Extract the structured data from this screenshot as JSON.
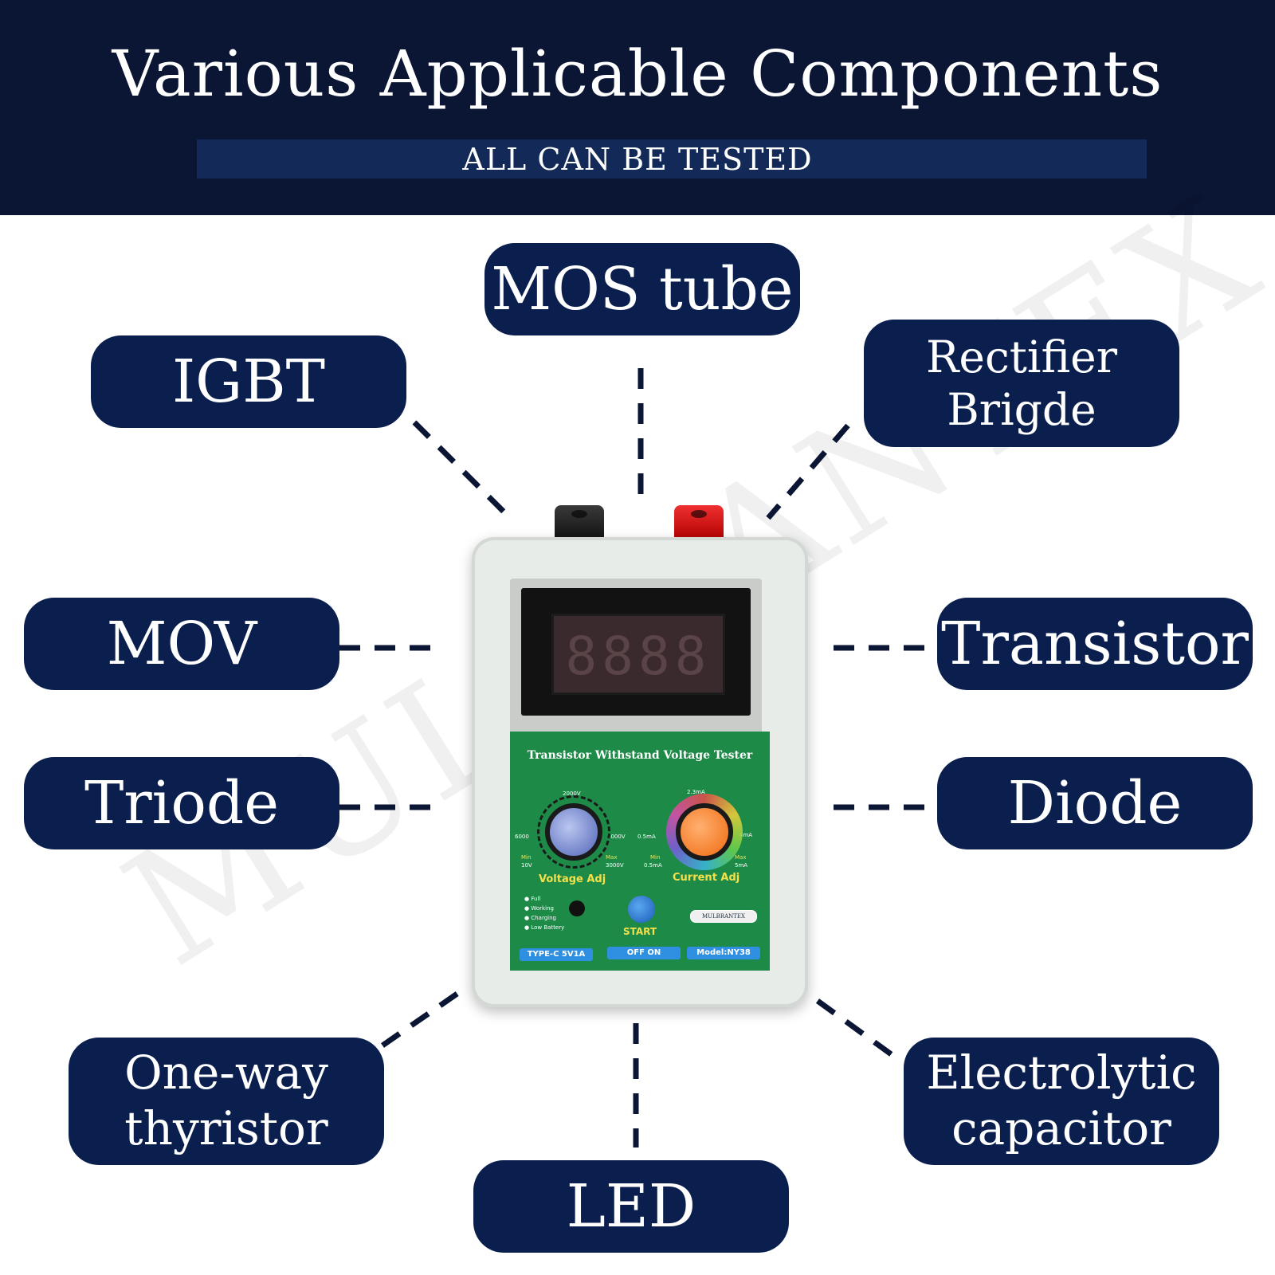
{
  "header": {
    "title": "Various Applicable Components",
    "subtitle": "ALL CAN BE TESTED"
  },
  "components": {
    "mos_tube": "MOS tube",
    "igbt": "IGBT",
    "rectifier_line1": "Rectifier",
    "rectifier_line2": "Brigde",
    "mov": "MOV",
    "transistor": "Transistor",
    "triode": "Triode",
    "diode": "Diode",
    "thyristor_line1": "One-way",
    "thyristor_line2": "thyristor",
    "capacitor_line1": "Electrolytic",
    "capacitor_line2": "capacitor",
    "led": "LED"
  },
  "device": {
    "display_digits": "8888",
    "panel_title": "Transistor Withstand Voltage Tester",
    "voltage_label": "Voltage Adj",
    "current_label": "Current Adj",
    "v_top": "2000V",
    "v_left": "6000",
    "v_right": "3000V",
    "v_min": "Min",
    "v_min_val": "10V",
    "v_max": "Max",
    "v_max_val": "3000V",
    "c_top": "2.3mA",
    "c_left": "0.5mA",
    "c_right": "4mA",
    "c_min": "Min",
    "c_min_val": "0.5mA",
    "c_max": "Max",
    "c_max_val": "5mA",
    "status_full": "Full",
    "status_working": "Working",
    "status_charging": "Charging",
    "status_low": "Low Battery",
    "start_label": "START",
    "brand": "MULBRANTEX",
    "type_c": "TYPE-C 5V1A",
    "power": "OFF      ON",
    "model": "Model:NY38"
  },
  "watermark": "MULBRANTEX",
  "colors": {
    "header_bg": "#0b1634",
    "pill_bg": "#0b1f4f",
    "panel_green": "#1e8a48"
  }
}
